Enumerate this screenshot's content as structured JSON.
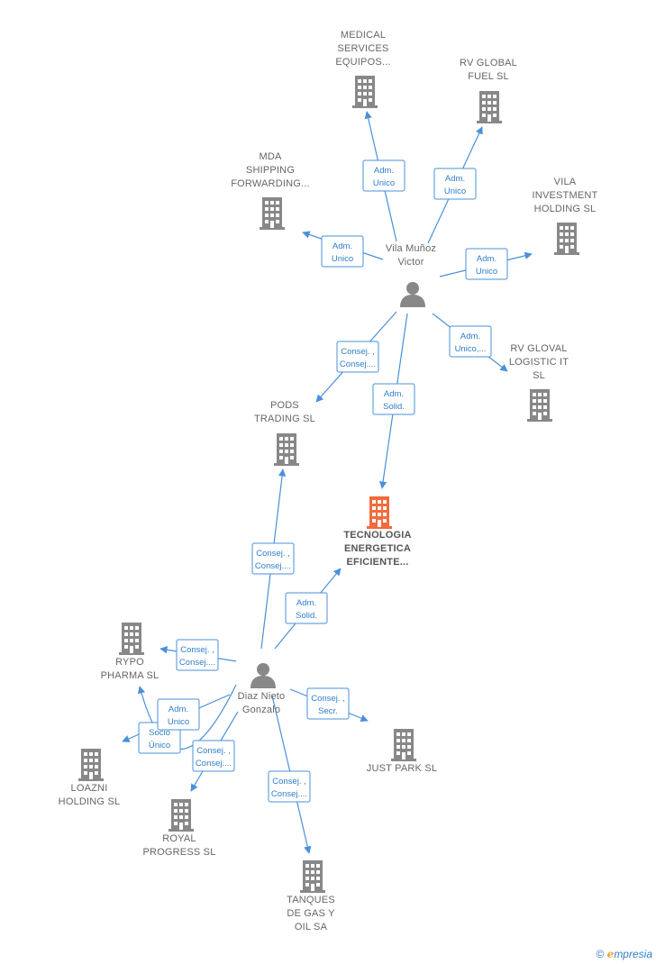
{
  "colors": {
    "building": "#888888",
    "focus_building": "#f26b3a",
    "edge": "#4a90d9",
    "person": "#888888"
  },
  "nodes": [
    {
      "id": "medical",
      "type": "company",
      "lines": [
        "MEDICAL",
        "SERVICES",
        "EQUIPOS..."
      ]
    },
    {
      "id": "rvglobalfuel",
      "type": "company",
      "lines": [
        "RV GLOBAL",
        "FUEL  SL"
      ]
    },
    {
      "id": "mda",
      "type": "company",
      "lines": [
        "MDA",
        "SHIPPING",
        "FORWARDING..."
      ]
    },
    {
      "id": "vila_investment",
      "type": "company",
      "lines": [
        "VILA",
        "INVESTMENT",
        "HOLDING  SL"
      ]
    },
    {
      "id": "vila_munoz",
      "type": "person",
      "lines": [
        "Vila Muñoz",
        "Victor"
      ]
    },
    {
      "id": "rvgloval",
      "type": "company",
      "lines": [
        "RV GLOVAL",
        "LOGISTIC IT",
        "SL"
      ]
    },
    {
      "id": "pods",
      "type": "company",
      "lines": [
        "PODS",
        "TRADING  SL"
      ]
    },
    {
      "id": "tecnologia",
      "type": "focus",
      "lines": [
        "TECNOLOGIA",
        "ENERGETICA",
        "EFICIENTE..."
      ]
    },
    {
      "id": "rypo",
      "type": "company",
      "lines": [
        "RYPO",
        "PHARMA  SL"
      ]
    },
    {
      "id": "diaz_nieto",
      "type": "person",
      "lines": [
        "Diaz Nieto",
        "Gonzalo"
      ]
    },
    {
      "id": "justpark",
      "type": "company",
      "lines": [
        "JUST PARK  SL"
      ]
    },
    {
      "id": "loazni",
      "type": "company",
      "lines": [
        "LOAZNI",
        "HOLDING  SL"
      ]
    },
    {
      "id": "royal",
      "type": "company",
      "lines": [
        "ROYAL",
        "PROGRESS  SL"
      ]
    },
    {
      "id": "tanques",
      "type": "company",
      "lines": [
        "TANQUES",
        "DE GAS Y",
        "OIL SA"
      ]
    }
  ],
  "edges": [
    {
      "id": "e1",
      "from": "vila_munoz",
      "to": "medical",
      "lines": [
        "Adm.",
        "Unico"
      ]
    },
    {
      "id": "e2",
      "from": "vila_munoz",
      "to": "rvglobalfuel",
      "lines": [
        "Adm.",
        "Unico"
      ]
    },
    {
      "id": "e3",
      "from": "vila_munoz",
      "to": "mda",
      "lines": [
        "Adm.",
        "Unico"
      ]
    },
    {
      "id": "e4",
      "from": "vila_munoz",
      "to": "vila_investment",
      "lines": [
        "Adm.",
        "Unico"
      ]
    },
    {
      "id": "e5",
      "from": "vila_munoz",
      "to": "rvgloval",
      "lines": [
        "Adm.",
        "Unico,..."
      ]
    },
    {
      "id": "e6",
      "from": "vila_munoz",
      "to": "pods",
      "lines": [
        "Consej. ,",
        "Consej...."
      ]
    },
    {
      "id": "e7",
      "from": "vila_munoz",
      "to": "tecnologia",
      "lines": [
        "Adm.",
        "Solid."
      ]
    },
    {
      "id": "e8",
      "from": "diaz_nieto",
      "to": "pods",
      "lines": [
        "Consej. ,",
        "Consej...."
      ]
    },
    {
      "id": "e9",
      "from": "diaz_nieto",
      "to": "tecnologia",
      "lines": [
        "Adm.",
        "Solid."
      ]
    },
    {
      "id": "e10",
      "from": "diaz_nieto",
      "to": "rypo",
      "lines": [
        "Consej. ,",
        "Consej...."
      ]
    },
    {
      "id": "e11",
      "from": "diaz_nieto",
      "to": "justpark",
      "lines": [
        "Consej. ,",
        "Secr."
      ]
    },
    {
      "id": "e12",
      "from": "diaz_nieto",
      "to": "loazni",
      "lines": [
        "Socio",
        "Único"
      ]
    },
    {
      "id": "e13",
      "from": "diaz_nieto",
      "to": "rypo",
      "lines": [
        "Adm.",
        "Unico"
      ]
    },
    {
      "id": "e14",
      "from": "diaz_nieto",
      "to": "royal",
      "lines": [
        "Consej. ,",
        "Consej...."
      ]
    },
    {
      "id": "e15",
      "from": "diaz_nieto",
      "to": "tanques",
      "lines": [
        "Consej. ,",
        "Consej...."
      ]
    }
  ],
  "footer": {
    "copyright_symbol": "©",
    "brand_initial": "e",
    "brand_rest": "mpresia"
  }
}
